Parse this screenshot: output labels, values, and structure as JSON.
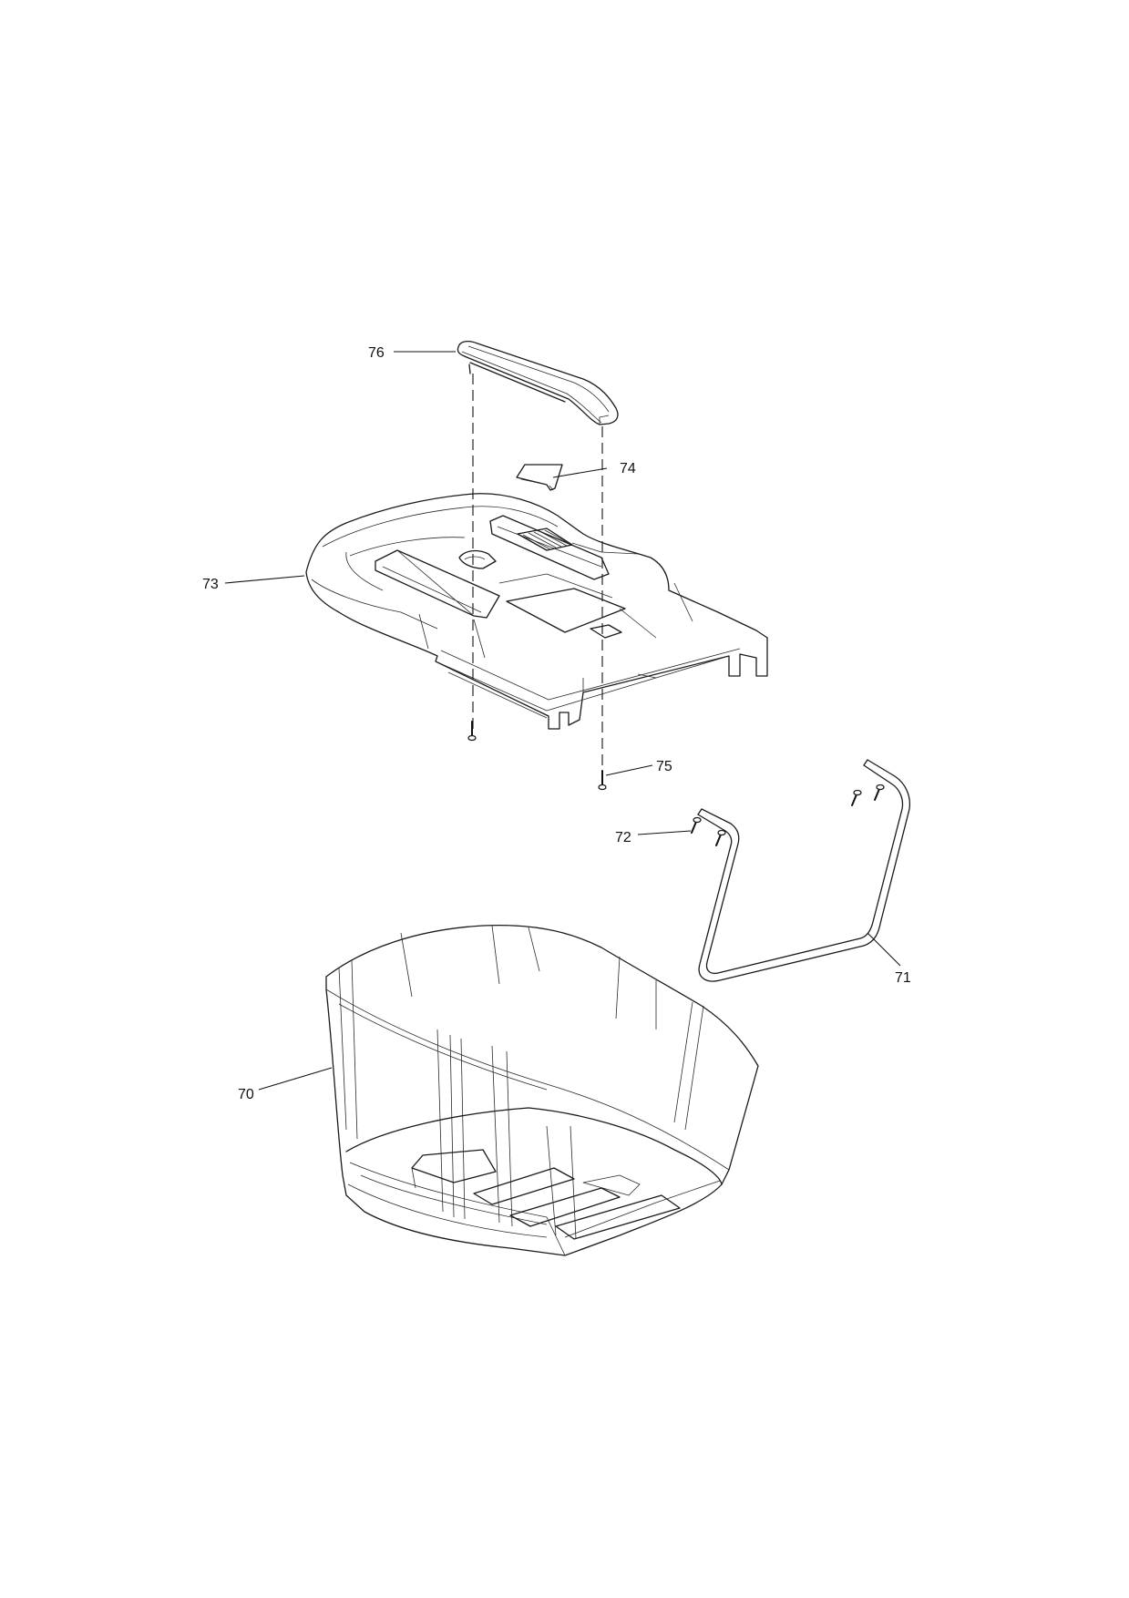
{
  "diagram": {
    "type": "exploded-parts-view",
    "parts": [
      {
        "key": "p76",
        "label": "76"
      },
      {
        "key": "p74",
        "label": "74"
      },
      {
        "key": "p73",
        "label": "73"
      },
      {
        "key": "p75",
        "label": "75"
      },
      {
        "key": "p72",
        "label": "72"
      },
      {
        "key": "p71",
        "label": "71"
      },
      {
        "key": "p70",
        "label": "70"
      }
    ]
  },
  "labels": {
    "p76": "76",
    "p74": "74",
    "p73": "73",
    "p75": "75",
    "p72": "72",
    "p71": "71",
    "p70": "70"
  }
}
